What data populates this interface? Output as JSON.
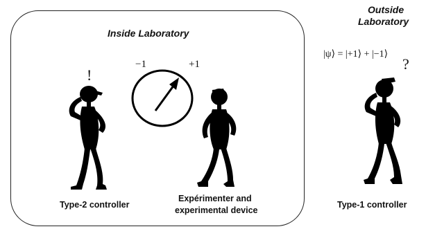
{
  "inside": {
    "title": "Inside Laboratory",
    "meter": {
      "minus_label": "−1",
      "plus_label": "+1"
    },
    "type2": {
      "mark": "!",
      "caption": "Type-2 controller"
    },
    "experimenter": {
      "caption_line1": "Expérimenter and",
      "caption_line2": "experimental device"
    }
  },
  "outside": {
    "title_line1": "Outside",
    "title_line2": "Laboratory",
    "state_formula": "|ψ⟩ = |+1⟩ + |−1⟩",
    "mark": "?",
    "caption": "Type-1 controller"
  },
  "colors": {
    "figure": "#000000",
    "border": "#222222"
  }
}
